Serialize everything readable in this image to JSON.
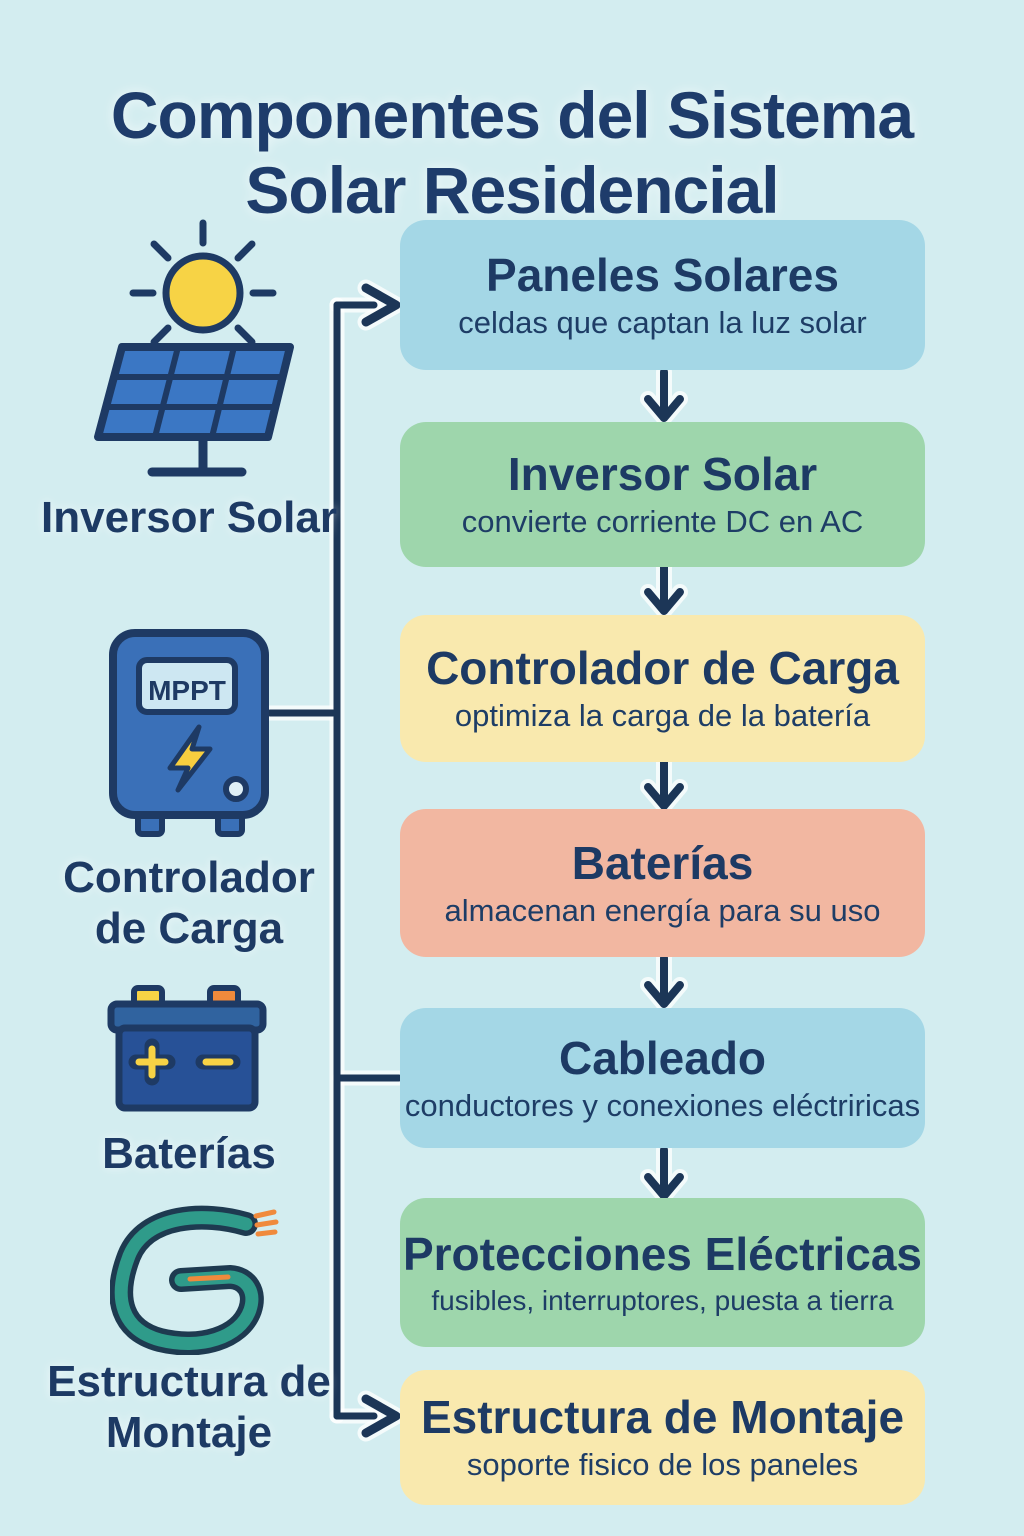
{
  "title": "Componentes del Sistema\nSolar Residencial",
  "legend": {
    "items": [
      {
        "label": "Inversor Solar",
        "icon": "sun-solar-panel-icon"
      },
      {
        "label": "Controlador de Carga",
        "icon": "mppt-controller-icon",
        "display_text": "MPPT"
      },
      {
        "label": "Baterías",
        "icon": "battery-icon"
      },
      {
        "label": "Estructura de Montaje",
        "icon": "coiled-cable-icon"
      }
    ]
  },
  "flow": {
    "boxes": [
      {
        "title": "Paneles Solares",
        "subtitle": "celdas que captan la luz solar",
        "color": "#a4d7e6"
      },
      {
        "title": "Inversor Solar",
        "subtitle": "convierte corriente DC en AC",
        "color": "#9ed6ac"
      },
      {
        "title": "Controlador de Carga",
        "subtitle": "optimiza la carga de la batería",
        "color": "#f9e9ae"
      },
      {
        "title": "Baterías",
        "subtitle": "almacenan energía para su uso",
        "color": "#f2b7a1"
      },
      {
        "title": "Cableado",
        "subtitle": "conductores y conexiones eléctriricas",
        "color": "#a4d7e6"
      },
      {
        "title": "Protecciones Eléctricas",
        "subtitle": "fusibles, interruptores, puesta a tierra",
        "color": "#9ed6ac"
      },
      {
        "title": "Estructura de Montaje",
        "subtitle": "soporte fisico de los paneles",
        "color": "#f9e9ae"
      }
    ]
  },
  "colors": {
    "background": "#d3edf0",
    "text_navy": "#1d3a64",
    "connector_navy": "#1c3657",
    "box_blue": "#a4d7e6",
    "box_green": "#9ed6ac",
    "box_yellow": "#f9e9ae",
    "box_salmon": "#f2b7a1",
    "sun_yellow": "#f7d345",
    "panel_blue": "#3b77c4",
    "controller_blue": "#3a70b8",
    "battery_blue": "#275197",
    "cable_teal": "#2f9b8a",
    "wire_orange": "#f08a3c"
  }
}
